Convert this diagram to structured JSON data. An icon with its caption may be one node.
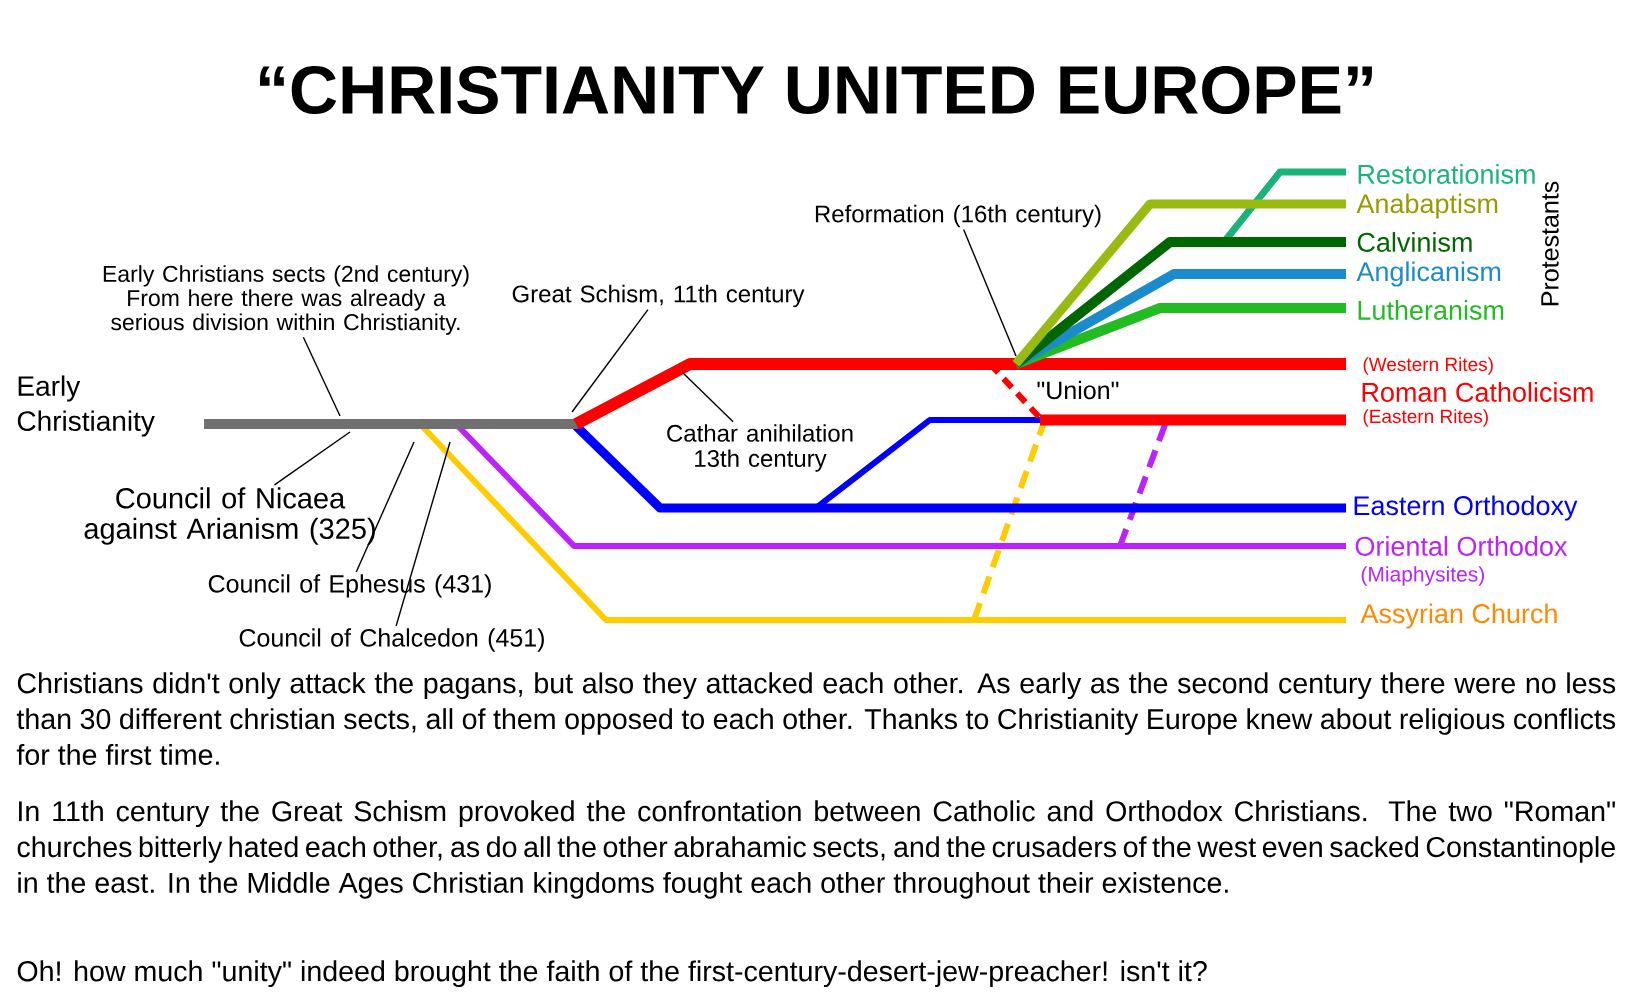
{
  "diagram": {
    "title": "“CHRISTIANITY UNITED EUROPE”",
    "nodes": [
      {
        "text": [
          "Early Christians sects (2nd century) From here there was already a serious division within Christianity."
        ]
      },
      {
        "text": [
          "Great Schism, 11th century"
        ]
      },
      {
        "text": [
          "Council of Nicaea against Arianism (325)"
        ]
      },
      {
        "text": [
          "Council of Ephesus (431)"
        ]
      },
      {
        "text": [
          "Council of Chalcedon (451)"
        ]
      },
      {
        "text": [
          "Cathar anihilation 13th century"
        ]
      },
      {
        "text": [
          "Reformation (16th century)"
        ]
      }
    ],
    "edges": [
      {
        "from": 0,
        "to": null,
        "arrow": "none"
      },
      {
        "from": 1,
        "to": null,
        "arrow": "none"
      },
      {
        "from": 2,
        "to": null,
        "arrow": "none"
      },
      {
        "from": 3,
        "to": null,
        "arrow": "none"
      },
      {
        "from": 4,
        "to": null,
        "arrow": "none"
      },
      {
        "from": 5,
        "to": null,
        "arrow": "none"
      },
      {
        "from": 6,
        "to": null,
        "arrow": "none"
      }
    ],
    "labels": [
      "Early Christianity",
      "Restorationism",
      "Anabaptism",
      "Calvinism",
      "Anglicanism",
      "Lutheranism",
      "Protestants",
      "(Western Rites)",
      "\"Union\"",
      "Roman Catholicism",
      "(Eastern Rites)",
      "Eastern Orthodoxy",
      "Oriental Orthodox",
      "(Miaphysites)",
      "Assyrian Church",
      "Christians didn't only attack the pagans, but also they attacked each other. As early as the second century there were no less than 30 different christian sects, all of them opposed to each other. Thanks to Christianity Europe knew about religious conflicts for the first time.",
      "In 11th century the Great Schism provoked the confrontation between Catholic and Orthodox Christians. The two \"Roman\" churches bitterly hated each other, as do all the other abrahamic sects, and the crusaders of the west even sacked Constantinople in the east. In the Middle Ages Christian kingdoms fought each other throughout their existence.",
      "Oh! how much \"unity\" indeed brought the faith of the first-century-desert-jew-preacher! isn't it?"
    ]
  }
}
